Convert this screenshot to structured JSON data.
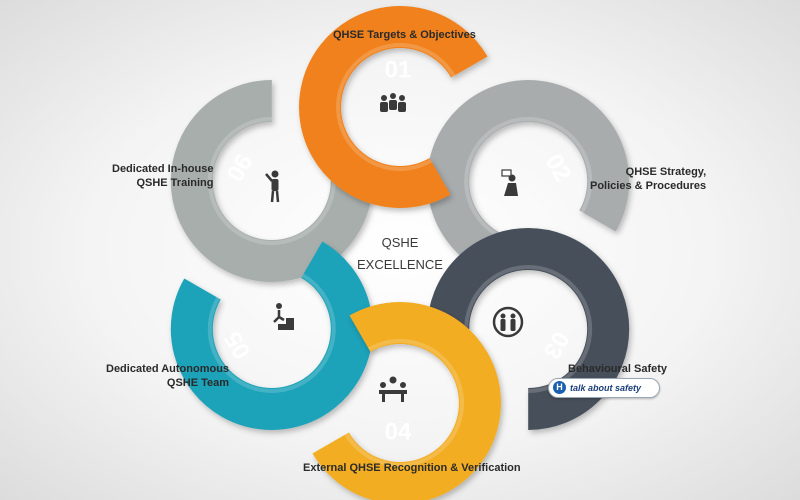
{
  "center": {
    "line1": "QSHE",
    "line2": "EXCELLENCE"
  },
  "segments": [
    {
      "number": "01",
      "label_lines": [
        "QHSE Targets & Objectives"
      ],
      "color": "#f0811a",
      "icon": "group-of-people-icon"
    },
    {
      "number": "02",
      "label_lines": [
        "QHSE Strategy,",
        "Policies & Procedures"
      ],
      "color": "#a8acad",
      "icon": "person-reading-document-icon"
    },
    {
      "number": "03",
      "label_lines": [
        "Behavioural Safety"
      ],
      "color": "#46505a",
      "icon": "two-people-circle-icon"
    },
    {
      "number": "04",
      "label_lines": [
        "External QHSE Recognition  & Verification"
      ],
      "color": "#f2ad23",
      "icon": "meeting-table-icon"
    },
    {
      "number": "05",
      "label_lines": [
        "Dedicated Autonomous",
        "QSHE Team"
      ],
      "color": "#1fa2b9",
      "icon": "person-climbing-stairs-icon"
    },
    {
      "number": "06",
      "label_lines": [
        "Dedicated In-house",
        "QSHE Training"
      ],
      "color": "#a7aeab",
      "icon": "person-pointing-icon"
    }
  ],
  "badge": {
    "text": "talk about safety",
    "icon": "h-circle-icon"
  }
}
